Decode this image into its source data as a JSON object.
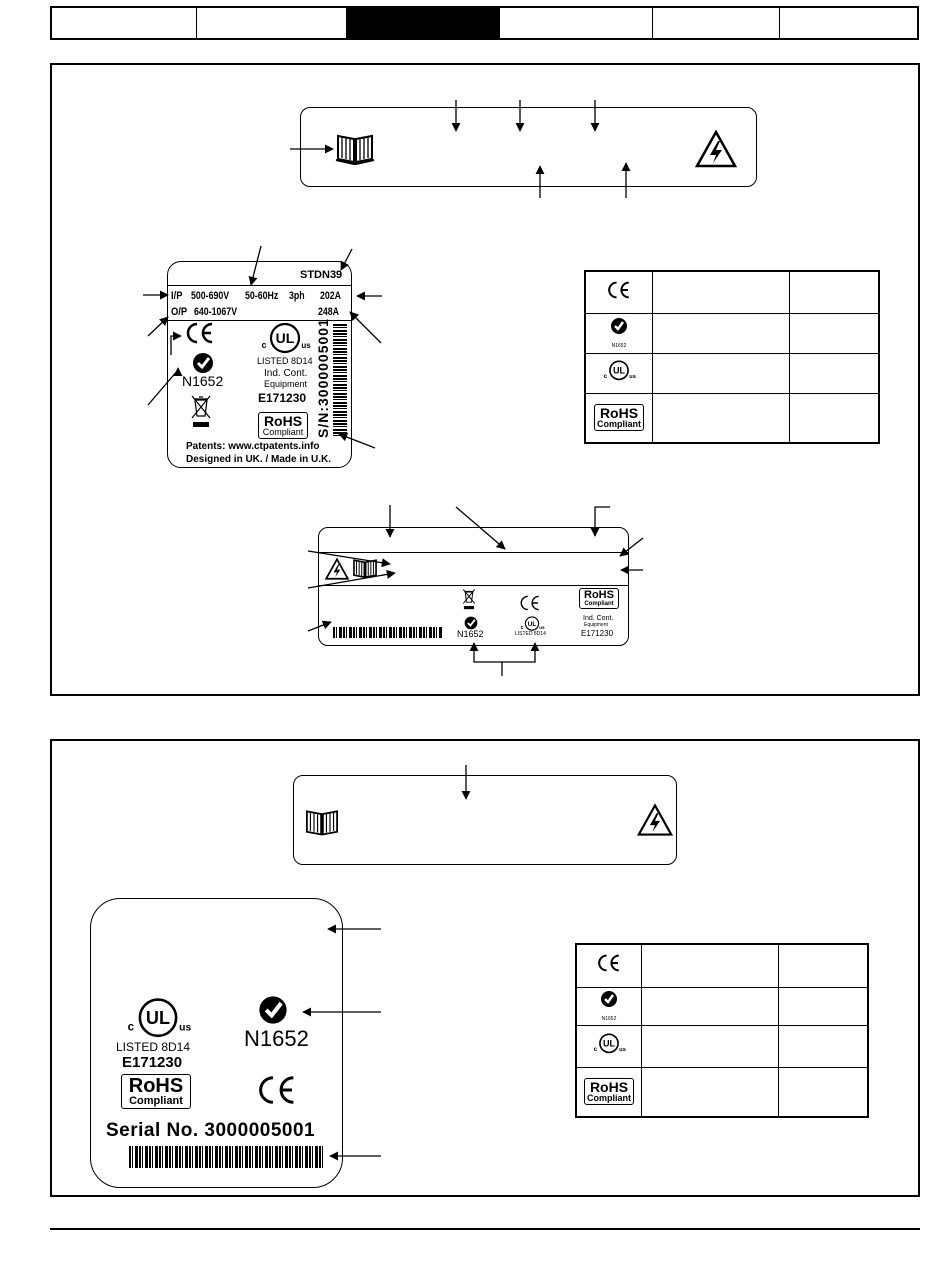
{
  "label1": {
    "serial": "STDN39",
    "ip_label": "I/P",
    "ip_voltage": "500-690V",
    "ip_freq": "50-60Hz",
    "ip_phase": "3ph",
    "ip_current": "202A",
    "op_label": "O/P",
    "op_voltage": "640-1067V",
    "op_current": "248A",
    "ctick_code": "N1652",
    "ul_listed": "LISTED 8D14",
    "ul_line1": "Ind. Cont.",
    "ul_line2": "Equipment",
    "ul_file": "E171230",
    "rohs_main": "RoHS",
    "rohs_sub": "Compliant",
    "serial_vertical": "S/N:3000005001",
    "patents": "Patents: www.ctpatents.info",
    "made_in": "Designed in UK. / Made in U.K."
  },
  "label2": {
    "ctick_code": "N1652",
    "ul_listed": "LISTED 8D14",
    "rohs_main": "RoHS",
    "rohs_sub": "Compliant",
    "ul_line1": "Ind. Cont.",
    "ul_line2": "Equipment",
    "ul_file": "E171230"
  },
  "label3": {
    "ul_listed": "LISTED 8D14",
    "ul_file": "E171230",
    "ctick_code": "N1652",
    "rohs_main": "RoHS",
    "rohs_sub": "Compliant",
    "serial": "Serial No. 3000005001"
  },
  "approvals_table": {
    "rohs_main": "RoHS",
    "rohs_sub": "Compliant",
    "ctick_small": "N1652"
  },
  "icons": [
    "book-icon",
    "warning-electric-icon",
    "ce-mark-icon",
    "c-tick-icon",
    "ul-mark-icon",
    "weee-bin-icon",
    "barcode-icon"
  ]
}
